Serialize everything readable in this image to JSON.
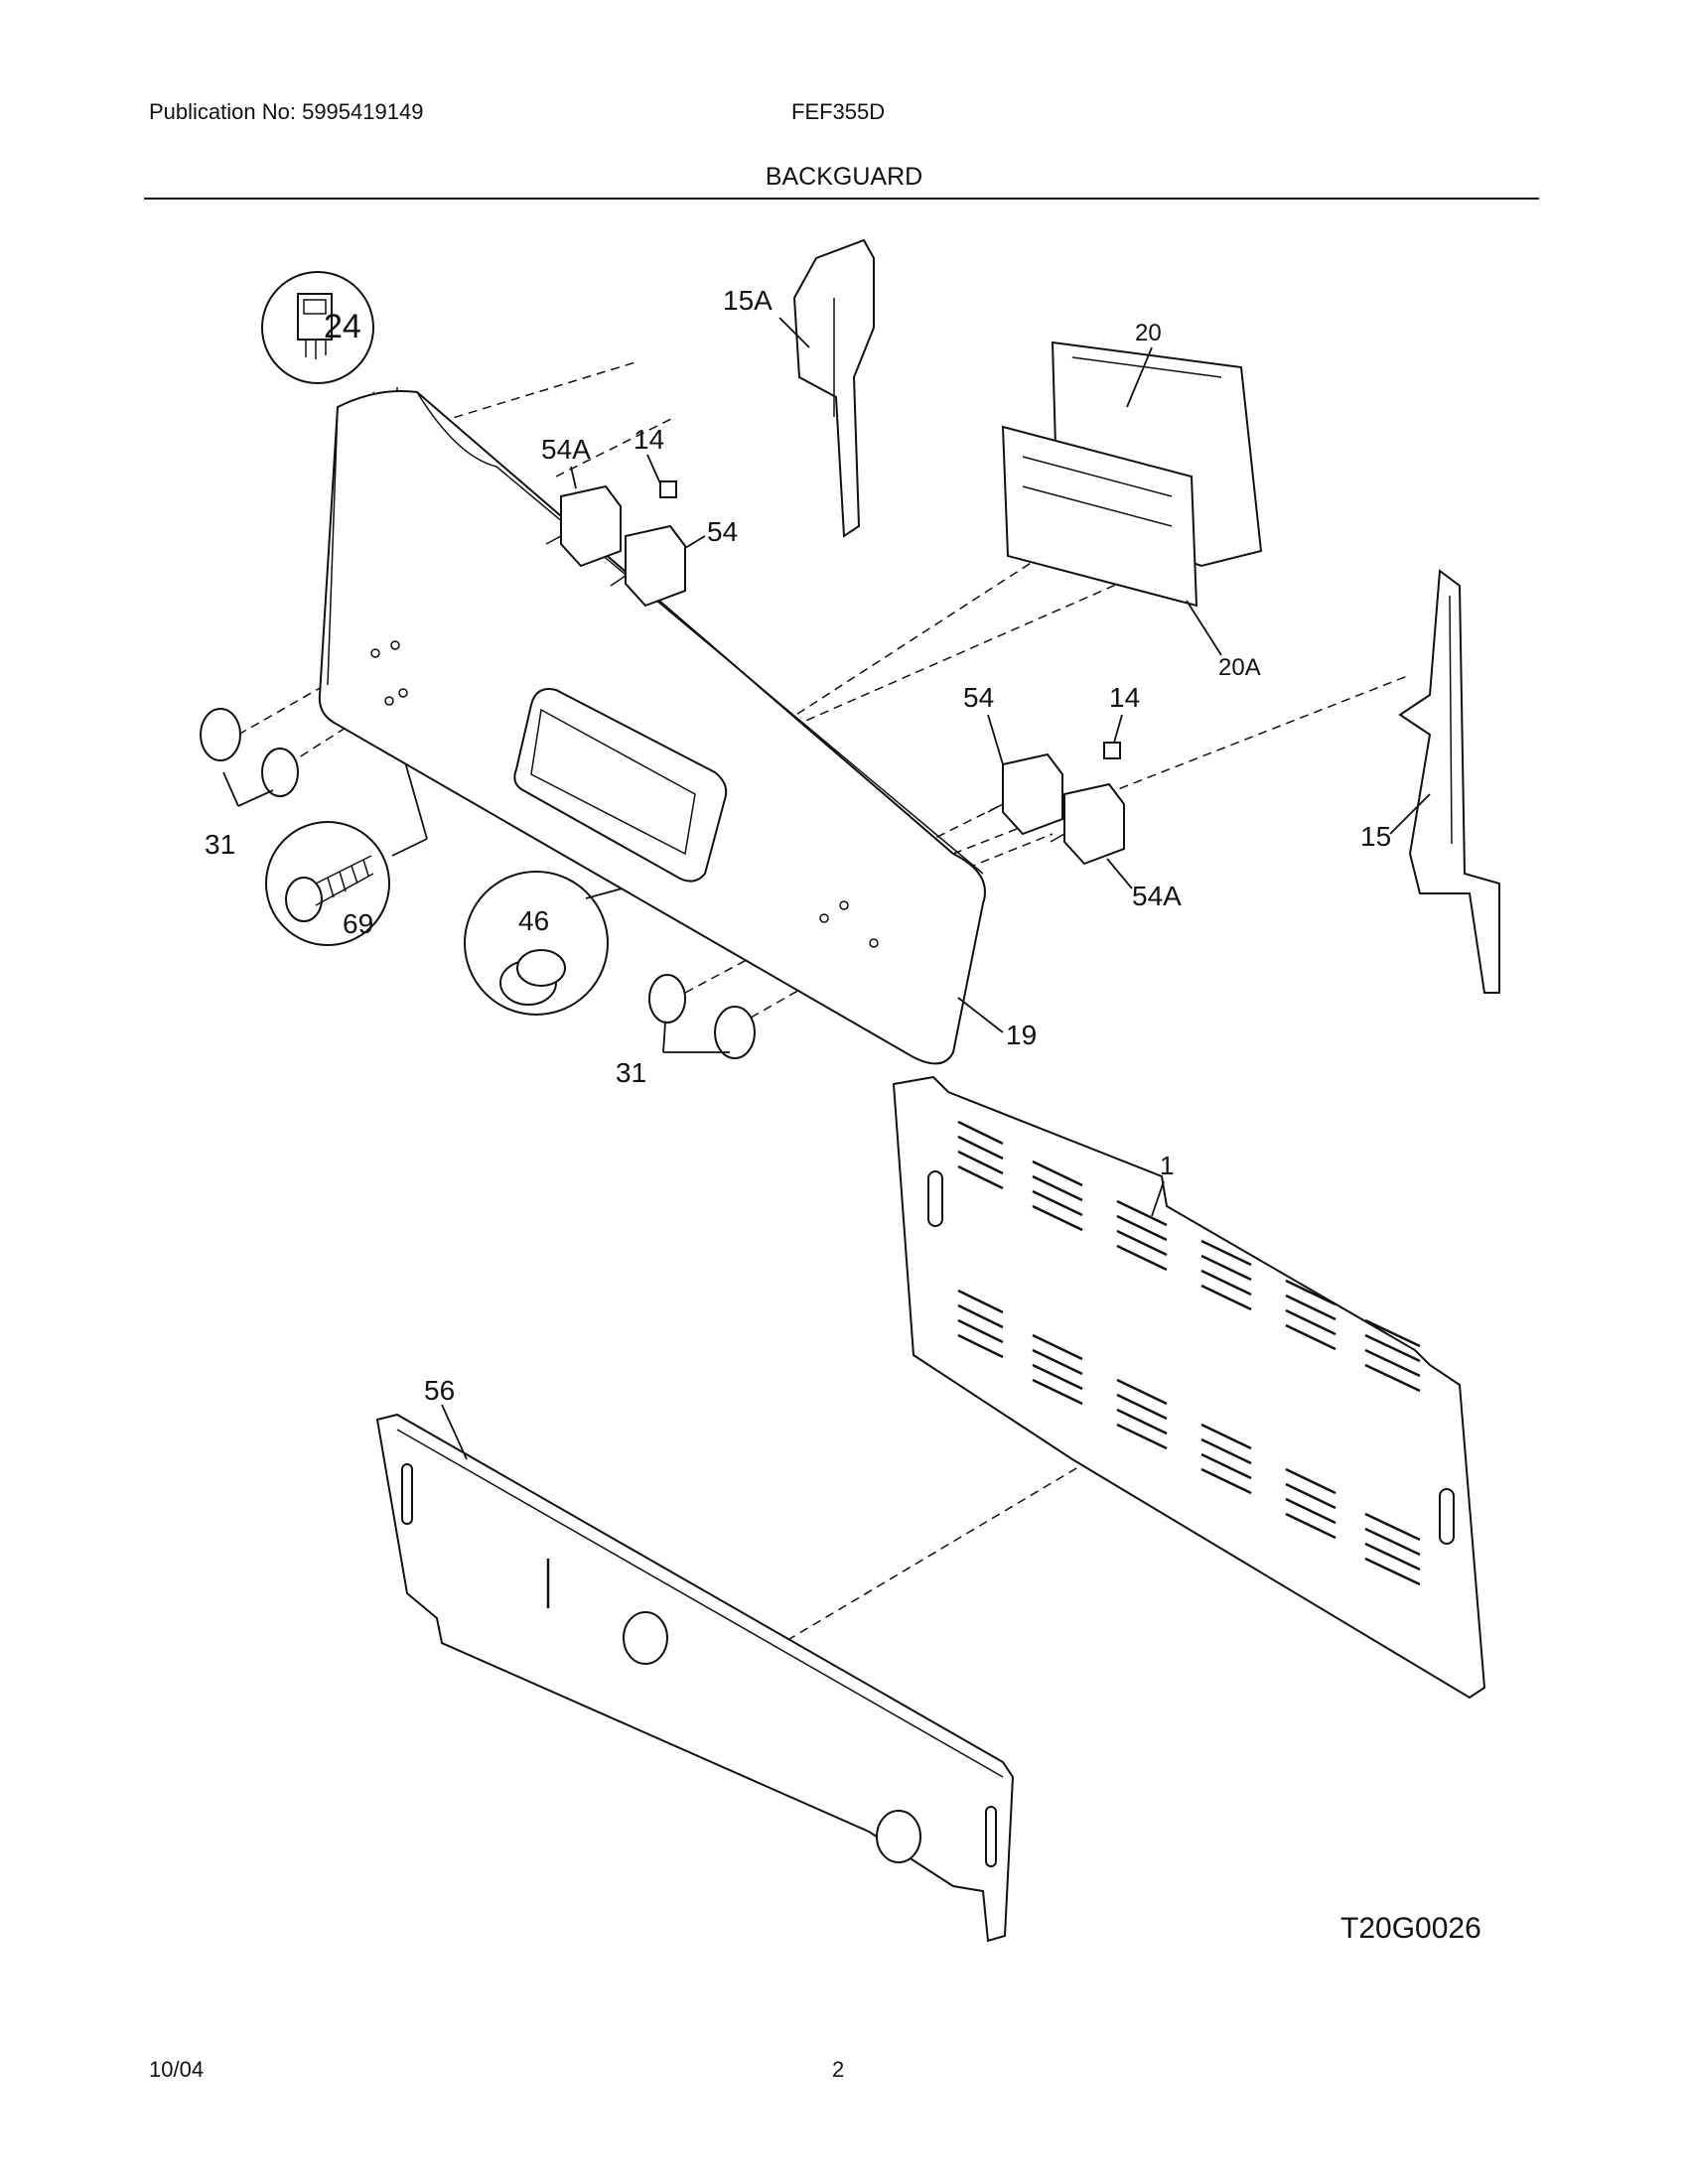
{
  "header": {
    "publication": "Publication No: 5995419149",
    "model": "FEF355D",
    "section_title": "BACKGUARD"
  },
  "diagram": {
    "labels": {
      "p1": "1",
      "p14a": "14",
      "p14b": "14",
      "p15": "15",
      "p15a": "15A",
      "p19": "19",
      "p20": "20",
      "p20a": "20A",
      "p24": "24",
      "p31a": "31",
      "p31b": "31",
      "p46": "46",
      "p54a": "54",
      "p54b": "54",
      "p54a1": "54A",
      "p54a2": "54A",
      "p56": "56",
      "p69": "69"
    },
    "figure_code": "T20G0026"
  },
  "footer": {
    "date": "10/04",
    "page": "2"
  }
}
